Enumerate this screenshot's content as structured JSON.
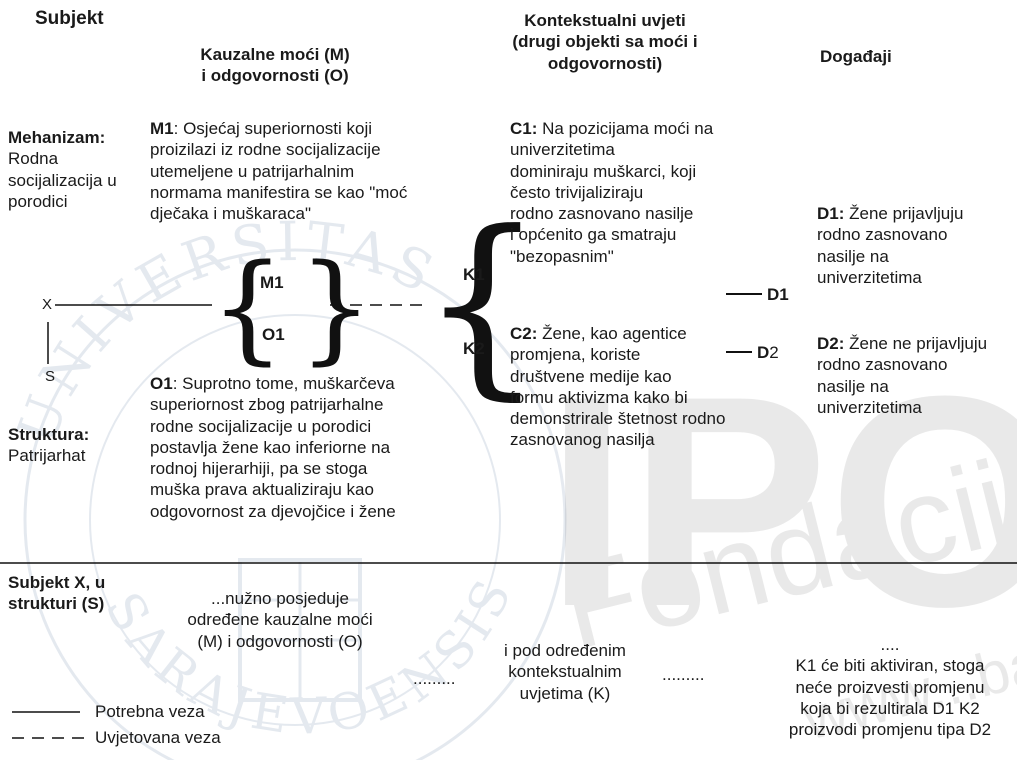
{
  "watermark": {
    "seal_ring_top": "UNIVERSITAS",
    "seal_ring_bottom": "SARAJEVOENSIS",
    "logo_letters": "IPO",
    "brand": "Fondacija",
    "url_fragment": "www...ba"
  },
  "headers": {
    "subject": "Subjekt",
    "causal_line1": "Kauzalne moći (M)",
    "causal_line2": "i odgovornosti (O)",
    "context_line1": "Kontekstualni uvjeti",
    "context_line2": "(drugi objekti sa moći i",
    "context_line3": "odgovornosti)",
    "events": "Događaji"
  },
  "left": {
    "mechanism_title": "Mehanizam:",
    "mechanism_lines": [
      "Rodna",
      "socijalizacija u",
      "porodici"
    ],
    "structure_title": "Struktura:",
    "structure_text": "Patrijarhat",
    "x_label": "X",
    "s_label": "S"
  },
  "m1": {
    "label": "M1",
    "first_line_rest": ": Osjećaj superiornosti koji",
    "lines": [
      "proizilazi iz rodne socijalizacije",
      "utemeljene u patrijarhalnim",
      "normama manifestira se kao \"moć",
      "dječaka i muškaraca\""
    ]
  },
  "o1": {
    "label": "O1",
    "first_line_rest": ": Suprotno tome, muškarčeva",
    "lines": [
      "superiornost zbog patrijarhalne",
      "rodne socijalizacije u porodici",
      "postavlja žene kao inferiorne na",
      "rodnoj hijerarhiji, pa se stoga",
      "muška prava aktualiziraju kao",
      "odgovornost za djevojčice i žene"
    ]
  },
  "brace_group": {
    "m1": "M1",
    "o1": "O1",
    "k1": "K1",
    "k2": "K2"
  },
  "c1": {
    "label": "C1:",
    "first_line_rest": " Na pozicijama moći na",
    "lines": [
      "univerzitetima",
      "dominiraju muškarci, koji",
      "često trivijaliziraju",
      "rodno zasnovano nasilje",
      "i općenito ga smatraju",
      "\"bezopasnim\""
    ]
  },
  "c2": {
    "label": "C2:",
    "first_line_rest": " Žene, kao agentice",
    "lines": [
      "promjena, koriste",
      "društvene medije kao",
      "formu aktivizma kako bi",
      "demonstrirale štetnost rodno",
      "zasnovanog nasilja"
    ]
  },
  "d_markers": {
    "d1": "D1",
    "d2_letter": "D",
    "d2_number": "2"
  },
  "d1": {
    "label": "D1:",
    "first_line_rest": " Žene prijavljuju",
    "lines": [
      "rodno zasnovano",
      "nasilje na",
      "univerzitetima"
    ]
  },
  "d2": {
    "label": "D2:",
    "first_line_rest": " Žene ne prijavljuju",
    "lines": [
      "rodno zasnovano",
      "nasilje na",
      "univerzitetima"
    ]
  },
  "bottom": {
    "subject_lines": [
      "Subjekt X, u",
      "strukturi (S)"
    ],
    "possesses_lines": [
      "...nužno posjeduje",
      "određene kauzalne moći",
      "(M) i odgovornosti (O)"
    ],
    "dots1": ".........",
    "context_lines": [
      "i pod određenim",
      "kontekstualnim",
      "uvjetima (K)"
    ],
    "dots2": ".........",
    "result_lines": [
      "....",
      "K1 će biti aktiviran, stoga",
      "neće proizvesti promjenu",
      "koja bi rezultirala D1 K2",
      "proizvodi promjenu tipa D2"
    ]
  },
  "legend": {
    "solid_label": "Potrebna veza",
    "dashed_label": "Uvjetovana veza"
  }
}
